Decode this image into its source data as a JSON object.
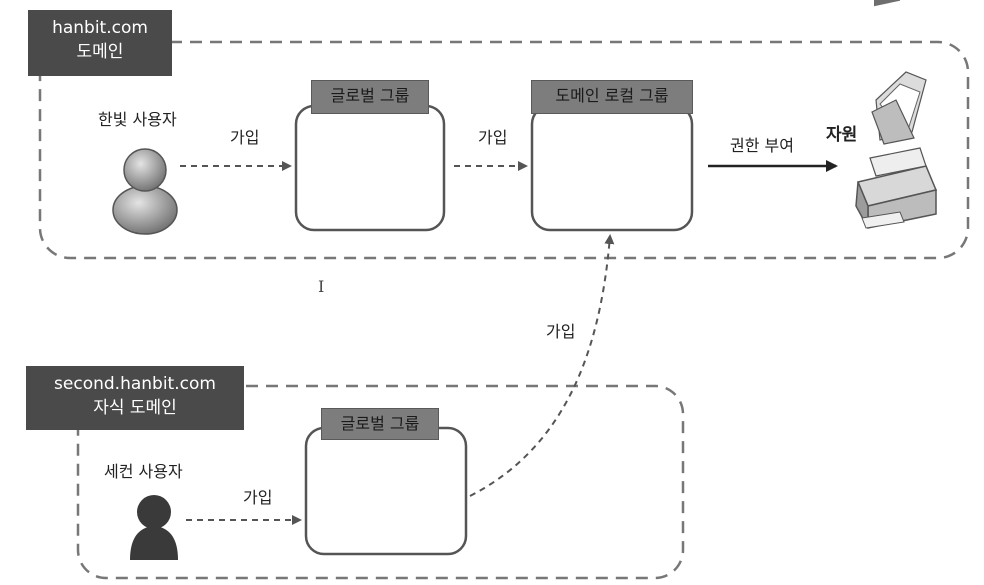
{
  "top_domain": {
    "name": "hanbit.com",
    "type": "도메인",
    "user": "한빛 사용자",
    "global_group": "글로벌 그룹",
    "local_group": "도메인 로컬 그룹",
    "resource": "자원"
  },
  "child_domain": {
    "name": "second.hanbit.com",
    "type": "자식 도메인",
    "user": "세컨 사용자",
    "global_group": "글로벌 그룹"
  },
  "edges": {
    "join_user_to_global": "가입",
    "join_global_to_local": "가입",
    "grant_permission": "권한 부여",
    "join_child_user_to_global": "가입",
    "join_child_global_to_local": "가입"
  },
  "colors": {
    "domain_label_bg": "#4a4a4a",
    "group_label_bg": "#7d7d7d",
    "outline": "#666666",
    "user_light": "#9a9a9a",
    "user_dark": "#3a3a3a"
  },
  "icons": {
    "top_user": "user-silhouette-icon",
    "child_user": "user-silhouette-icon",
    "resource": "printer-fax-icon",
    "resource_accent": "folder-papers-icon"
  }
}
